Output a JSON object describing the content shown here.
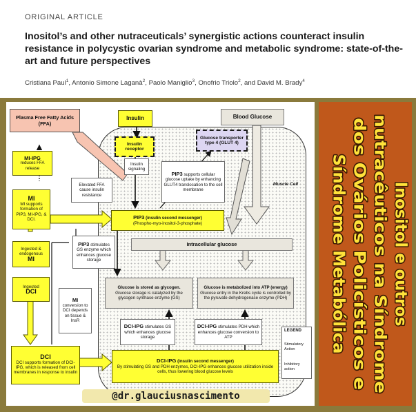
{
  "article": {
    "type_label": "ORIGINAL ARTICLE",
    "title": "Inositol’s and other nutraceuticals’ synergistic actions counteract insulin resistance in polycystic ovarian syndrome and metabolic syndrome: state-of-the-art and future perspectives",
    "authors": [
      {
        "name": "Cristiana Paul",
        "sup": "1"
      },
      {
        "name": "Antonio Simone Laganà",
        "sup": "2"
      },
      {
        "name": "Paolo Maniglio",
        "sup": "3"
      },
      {
        "name": "Onofrio Triolo",
        "sup": "2"
      },
      {
        "name": "David M. Brady",
        "sup": "4"
      }
    ],
    "authors_last_join": ", and "
  },
  "diagram": {
    "ffa": {
      "title": "Plasma Free Fatty Acids",
      "sub": "(FFA)"
    },
    "insulin": "Insulin",
    "blood_glucose": "Blood Glucose",
    "mi_ipg": {
      "title": "MI-IPG",
      "text": "reduces FFA release"
    },
    "insulin_receptor": "Insulin receptor",
    "glut4": "Glucose transporter type 4 (GLUT 4)",
    "insulin_signaling": "Insulin signaling",
    "elevated_ffa": "Elevated FFA cause insulin resistance",
    "pip3_supports": {
      "bold": "PIP3",
      "text": " supports cellular glucose uptake by enhancing GLUT4 translocation to the cell membrane"
    },
    "muscle_cell": "Muscle Cell",
    "mi": {
      "title": "MI",
      "text": "MI supports formation of PIP3, MI-IPG, & DCI."
    },
    "pip3_main": {
      "bold": "PIP3",
      "rest": " (insulin second messenger)",
      "sub": "(Phospho-myo-inositol-3-phosphate)"
    },
    "ingested_endogenous": {
      "text": "Ingested & endogenous",
      "title": "MI"
    },
    "pip3_gs": {
      "bold": "PIP3",
      "text": " stimulates GS enzyme which enhances glucose storage"
    },
    "intracellular": "Intracellular glucose",
    "ingested_dci": {
      "text": "Ingested",
      "title": "DCI"
    },
    "mi_conversion": {
      "title": "MI",
      "text": "conversion to DCI depends on tissue & InsR"
    },
    "stored": {
      "bold": "Glucose is stored as glycogen.",
      "text": "Glucose storage is catalyzed by the glycogen synthase enzyme (GS)"
    },
    "metabolized": {
      "bold": "Glucose is metabolized into ATP (energy)",
      "text": "Glucose entry in the Krebs cycle is controlled by the pyruvate dehydrogenase enzyme (PDH)"
    },
    "dci_ipg_gs": {
      "bold": "DCI-IPG",
      "text": " stimulates GS which enhances glucose storage"
    },
    "dci_ipg_pdh": {
      "bold": "DCI-IPG",
      "text": " stimulates PDH which enhances glucose conversion to ATP"
    },
    "dci": {
      "title": "DCI",
      "text": "DCI supports formation of DCI-IPG, which is released from cell membranes in response to insulin"
    },
    "dci_ipg_main": {
      "bold": "DCI-IPG",
      "rest": " (insulin second messenger)",
      "text": "By stimulating GS and PDH enzymes, DCI-IPG enhances glucose utilization inside cells, thus lowering blood glucose levels"
    },
    "legend": {
      "title": "LEGEND",
      "stimulatory": "Stimulatory Action",
      "inhibitory": "Inhibitory action"
    }
  },
  "banner": {
    "lines": [
      "Inositol e outros",
      "nutracêuticos na Síndrome",
      "dos Ovários Policísticos e",
      "Síndrome Metabólica"
    ],
    "fill_color": "#ffe23a",
    "stroke_color": "#3a1804",
    "background": "#c0581b"
  },
  "watermark": "@dr.glauciusnascimento"
}
